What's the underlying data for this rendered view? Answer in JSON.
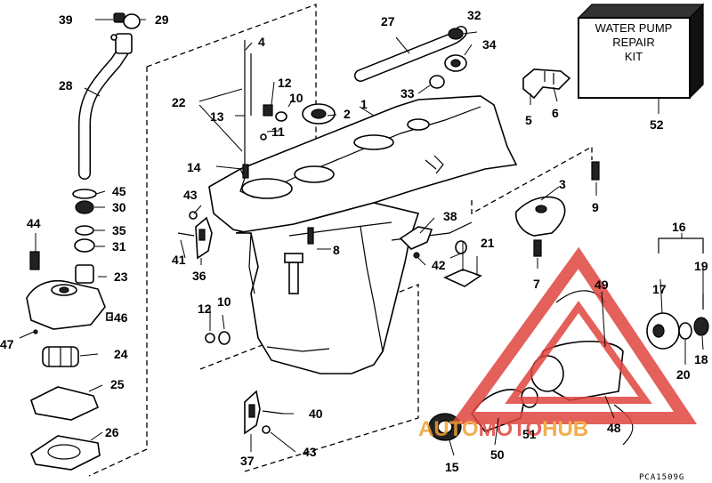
{
  "diagram": {
    "kit_box": {
      "lines": [
        "WATER PUMP",
        "REPAIR",
        "KIT"
      ]
    },
    "drawing_code": "PCA1509G",
    "watermark": {
      "part1": "AUTO",
      "part2": "MOTO",
      "part3": "HUB",
      "color_red": "#e0453f",
      "color_orange": "#f0a030"
    },
    "callouts": {
      "c1": "1",
      "c2": "2",
      "c3": "3",
      "c4": "4",
      "c5": "5",
      "c6": "6",
      "c7": "7",
      "c8": "8",
      "c9": "9",
      "c10a": "10",
      "c10b": "10",
      "c11": "11",
      "c12a": "12",
      "c12b": "12",
      "c13": "13",
      "c14": "14",
      "c15": "15",
      "c16": "16",
      "c17": "17",
      "c18": "18",
      "c19": "19",
      "c20": "20",
      "c21": "21",
      "c22": "22",
      "c23": "23",
      "c24": "24",
      "c25": "25",
      "c26": "26",
      "c27": "27",
      "c28": "28",
      "c29": "29",
      "c30": "30",
      "c31": "31",
      "c32": "32",
      "c33": "33",
      "c34": "34",
      "c35": "35",
      "c36": "36",
      "c37": "37",
      "c38": "38",
      "c39": "39",
      "c40": "40",
      "c41": "41",
      "c42": "42",
      "c43a": "43",
      "c43b": "43",
      "c44": "44",
      "c45": "45",
      "c46": "46",
      "c47": "47",
      "c48": "48",
      "c49": "49",
      "c50": "50",
      "c51": "51",
      "c52": "52"
    }
  }
}
